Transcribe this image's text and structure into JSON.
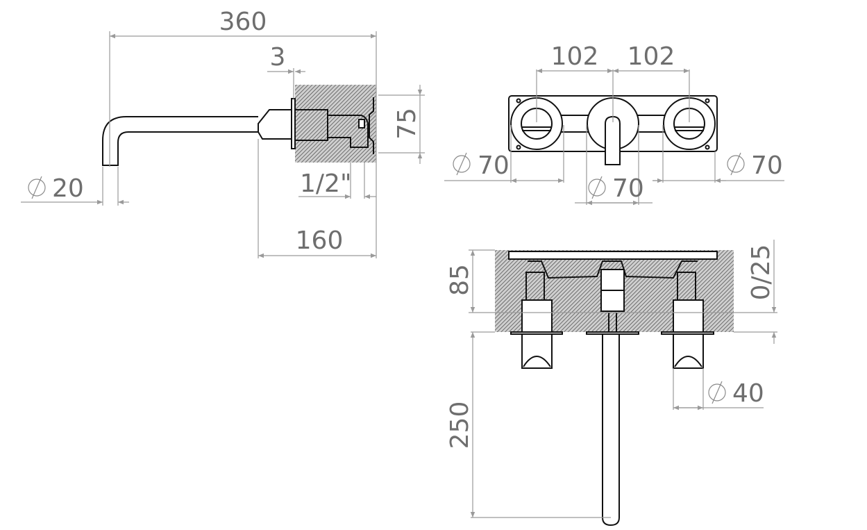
{
  "drawing": {
    "side_view": {
      "overall_length": "360",
      "plate_thickness": "3",
      "height_in_wall": "75",
      "spout_diameter": "20",
      "thread": "1/2\"",
      "projection": "160"
    },
    "front_view": {
      "spacing_left": "102",
      "spacing_right": "102",
      "left_handle_diameter": "70",
      "center_diameter": "70",
      "right_handle_diameter": "70"
    },
    "top_view": {
      "wall_depth": "85",
      "adjustment": "0/25",
      "spout_reach": "250",
      "handle_diameter": "40"
    },
    "colors": {
      "dimension": "#9a9a9a",
      "text": "#6e6e6e",
      "outline": "#111111",
      "hatch": "#555555"
    }
  }
}
